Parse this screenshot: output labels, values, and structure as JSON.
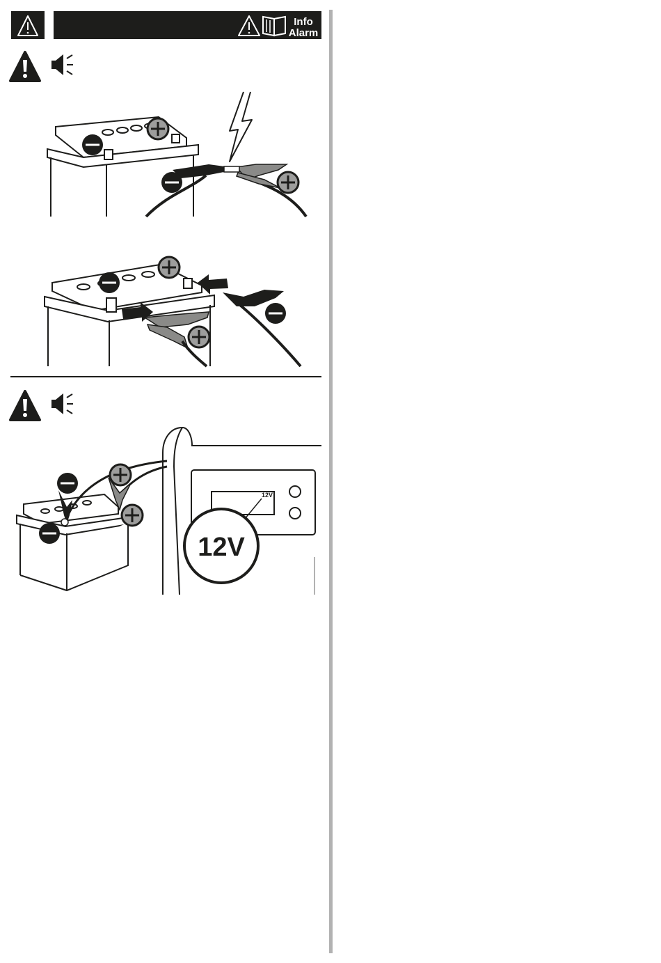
{
  "header": {
    "info_label": "Info",
    "alarm_label": "Alarm",
    "icons": [
      "warning-triangle-icon",
      "warning-triangle-icon",
      "manual-book-icon"
    ],
    "bar_color": "#1d1d1b"
  },
  "sections": [
    {
      "id": "reverse-polarity",
      "icons": [
        "warning-exclamation-icon",
        "speaker-alarm-icon"
      ],
      "figures": [
        "clamps-touching-spark",
        "clamps-connected-to-battery"
      ]
    },
    {
      "id": "voltage-detection",
      "icons": [
        "warning-exclamation-icon",
        "speaker-alarm-icon"
      ],
      "figures": [
        "charger-connected-to-battery"
      ],
      "display": {
        "small_readout": "12V",
        "magnified_readout": "12V"
      }
    }
  ],
  "colors": {
    "ink": "#1d1d1b",
    "terminal_fill": "#9d9d9c",
    "positive_clamp": "#8a8a88",
    "negative_clamp": "#1d1d1b",
    "separator": "#b2b2b2"
  }
}
